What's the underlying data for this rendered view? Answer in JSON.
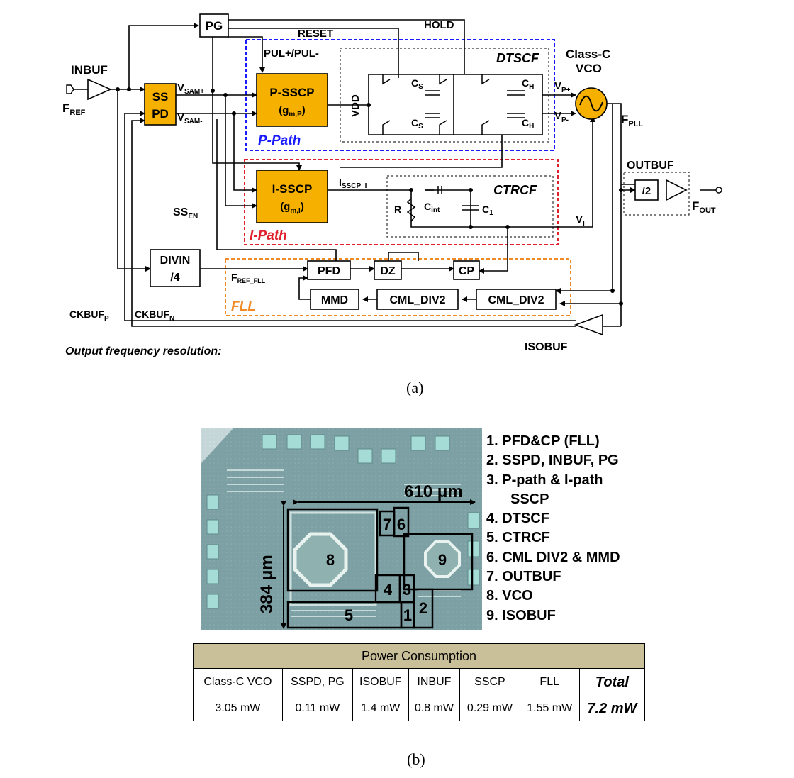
{
  "panel_a": {
    "labels": {
      "pg": "PG",
      "reset": "RESET",
      "hold": "HOLD",
      "pul": "PUL+/PUL-",
      "dtscf": "DTSCF",
      "class_c_vco_1": "Class-C",
      "class_c_vco_2": "VCO",
      "inbuf": "INBUF",
      "fref_main": "F",
      "fref_sub": "REF",
      "sspd_1": "SS",
      "sspd_2": "PD",
      "vsam_plus_main": "V",
      "vsam_plus_sub": "SAM+",
      "vsam_minus_main": "V",
      "vsam_minus_sub": "SAM-",
      "psscp_1": "P-SSCP",
      "psscp_2_main": "(g",
      "psscp_2_sub": "m,P",
      "psscp_2_end": ")",
      "vdd": "VDD",
      "cs_top": "C",
      "cs_top_sub": "S",
      "cs_bot": "C",
      "cs_bot_sub": "S",
      "ch_top": "C",
      "ch_top_sub": "H",
      "ch_bot": "C",
      "ch_bot_sub": "H",
      "vp_plus_main": "V",
      "vp_plus_sub": "P+",
      "vp_minus_main": "V",
      "vp_minus_sub": "P-",
      "fpll_main": "F",
      "fpll_sub": "PLL",
      "p_path": "P-Path",
      "outbuf": "OUTBUF",
      "div2": "/2",
      "fout_main": "F",
      "fout_sub": "OUT",
      "isscp_1": "I-SSCP",
      "isscp_2_main": "(g",
      "isscp_2_sub": "m,I",
      "isscp_2_end": ")",
      "ssen_main": "SS",
      "ssen_sub": "EN",
      "isscp_i_main": "I",
      "isscp_i_sub": "SSCP_I",
      "ctrcf": "CTRCF",
      "r": "R",
      "cint_main": "C",
      "cint_sub": "int",
      "c1_main": "C",
      "c1_sub": "1",
      "vi_main": "V",
      "vi_sub": "I",
      "i_path": "I-Path",
      "divin_1": "DIVIN",
      "divin_2": "/4",
      "fref_fll_main": "F",
      "fref_fll_sub": "REF_FLL",
      "pfd": "PFD",
      "dz": "DZ",
      "cp": "CP",
      "mmd": "MMD",
      "cml_div2_a": "CML_DIV2",
      "cml_div2_b": "CML_DIV2",
      "fll": "FLL",
      "ckbufp_main": "CKBUF",
      "ckbufp_sub": "P",
      "ckbufn_main": "CKBUF",
      "ckbufn_sub": "N",
      "isobuf": "ISOBUF",
      "resolution": "Output frequency resolution:"
    },
    "colors": {
      "block_fill": "#f6b100",
      "p_path": "#1a1aff",
      "i_path": "#e0202a",
      "fll": "#f08a24"
    }
  },
  "caption_a": "(a)",
  "panel_b": {
    "dim_width": "610 μm",
    "dim_height": "384 μm",
    "blocks": [
      "8",
      "9",
      "7",
      "6",
      "4",
      "3",
      "2",
      "5",
      "1"
    ],
    "legend": [
      "1. PFD&CP (FLL)",
      "2. SSPD, INBUF, PG",
      "3. P-path & I-path",
      "SSCP",
      "4. DTSCF",
      "5. CTRCF",
      "6. CML DIV2 & MMD",
      "7. OUTBUF",
      "8. VCO",
      "9. ISOBUF"
    ]
  },
  "power_table": {
    "title": "Power Consumption",
    "headers": [
      "Class-C VCO",
      "SSPD, PG",
      "ISOBUF",
      "INBUF",
      "SSCP",
      "FLL",
      "Total"
    ],
    "values": [
      "3.05 mW",
      "0.11 mW",
      "1.4 mW",
      "0.8 mW",
      "0.29 mW",
      "1.55 mW",
      "7.2 mW"
    ]
  },
  "caption_b": "(b)"
}
